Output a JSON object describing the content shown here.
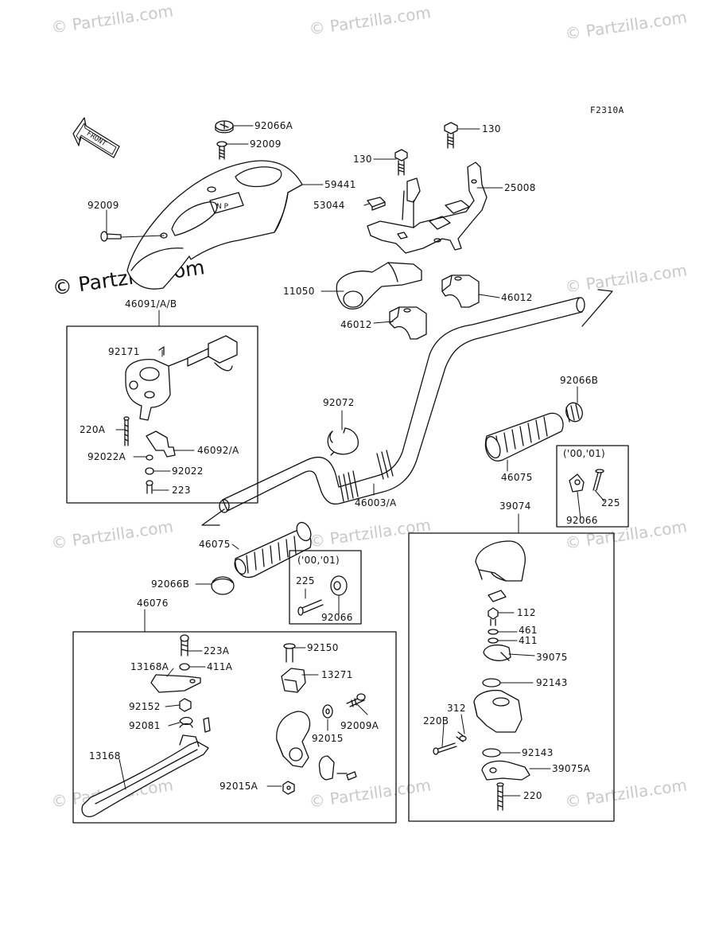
{
  "figure_code": "F2310A",
  "front_label": "FRONT",
  "watermark": {
    "text": "© Partzilla.com",
    "prominent_text": "© Partzilla.com"
  },
  "variant_label": "('00,'01)",
  "parts": {
    "p92066A": "92066A",
    "p92009_top": "92009",
    "p59441": "59441",
    "p92009_left": "92009",
    "p130_a": "130",
    "p130_b": "130",
    "p25008": "25008",
    "p53044": "53044",
    "p11050": "11050",
    "p46012_a": "46012",
    "p46012_b": "46012",
    "p46091": "46091/A/B",
    "p92171": "92171",
    "p220A": "220A",
    "p46092": "46092/A",
    "p92022A": "92022A",
    "p92022": "92022",
    "p223": "223",
    "p92072": "92072",
    "p46003": "46003/A",
    "p92066B_r": "92066B",
    "p46075_r": "46075",
    "p225_r": "225",
    "p92066_r": "92066",
    "p39074": "39074",
    "p46075_l": "46075",
    "p92066B_l": "92066B",
    "p225_c": "225",
    "p92066_c": "92066",
    "p46076": "46076",
    "p223A": "223A",
    "p13168A": "13168A",
    "p411A": "411A",
    "p92152": "92152",
    "p92081": "92081",
    "p13168": "13168",
    "p92150": "92150",
    "p13271": "13271",
    "p92009A": "92009A",
    "p92015": "92015",
    "p92015A": "92015A",
    "p112": "112",
    "p461": "461",
    "p411": "411",
    "p39075": "39075",
    "p92143_a": "92143",
    "p312": "312",
    "p220B": "220B",
    "p92143_b": "92143",
    "p39075A": "39075A",
    "p220": "220"
  }
}
